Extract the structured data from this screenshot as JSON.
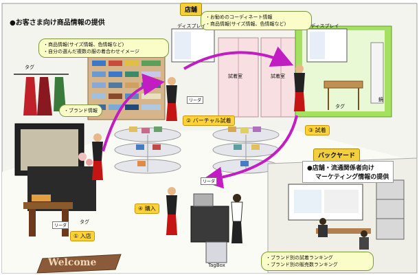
{
  "store": {
    "section_title": "店舗",
    "customer_info_title": "●お客さま向け商品情報の提供"
  },
  "callouts": {
    "product_info": [
      "・商品情報(サイズ情報、色情報など)",
      "・自分の選んだ複数の服の着合わせイメージ"
    ],
    "coordinate": [
      "・お勧めのコーディネート情報",
      "・商品情報(サイズ情報、色情報など)"
    ],
    "brand": "・ブランド情報",
    "ranking": [
      "・ブランド別の試着ランキング",
      "・ブランド別の販売数ランキング"
    ]
  },
  "labels": {
    "display_1": "ディスプレイ",
    "display_2": "ディスプレイ",
    "tag_hanger": "タグ",
    "tag_mannequin": "タグ",
    "tag_entrance": "タグ",
    "fitting_room_1": "試着室",
    "fitting_room_2": "試着室",
    "mirror": "鏡",
    "reader_1": "リーダ",
    "reader_2": "リーダ",
    "reader_3": "リーダ",
    "tagbox": "TagBox",
    "welcome": "Welcome"
  },
  "steps": {
    "enter": "① 入店",
    "virtual_fitting": "② バーチャル試着",
    "fitting": "③ 試着",
    "purchase": "④ 購入"
  },
  "backyard": {
    "title": "バックヤード",
    "marketing": [
      "●店舗・流通関係者向け",
      "マーケティング情報の提供"
    ]
  },
  "colors": {
    "arrow": "#c21dc2",
    "step_box": "#ffd23a",
    "header_box": "#f3cf3d",
    "fitting_wall": "#a6e060",
    "callout_fill": "#fafdc8",
    "floor": "#f4f4ee"
  }
}
